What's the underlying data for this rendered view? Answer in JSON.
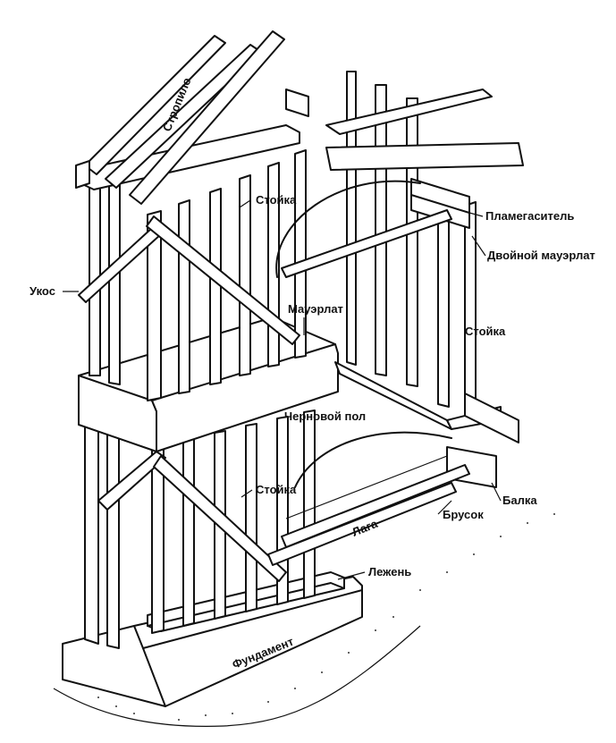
{
  "labels": {
    "stropilo": "Стропило",
    "stoyka_top": "Стойка",
    "plamegasitel": "Пламегаситель",
    "dvoynoy_mauerlat": "Двойной мауэрлат",
    "ukos": "Укос",
    "mauerlat": "Мауэрлат",
    "stoyka_right": "Стойка",
    "chernovoy_pol": "Черновой пол",
    "stoyka_bottom": "Стойка",
    "balka": "Балка",
    "brusok": "Брусок",
    "laga": "Лага",
    "lezhen": "Лежень",
    "fundament": "Фундамент"
  }
}
